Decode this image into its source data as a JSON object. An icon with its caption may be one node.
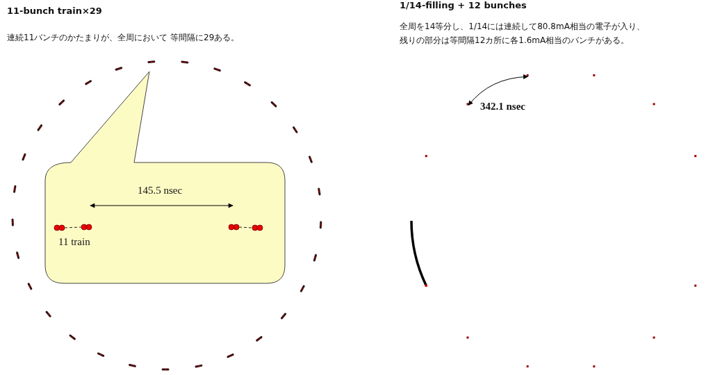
{
  "diagram": {
    "nodes": [
      {
        "text": [
          "145.5 nsec",
          "11 train"
        ]
      }
    ],
    "labels": [
      "11-bunch train×29",
      "連続11バンチのかたまりが、全周において 等間隔に29ある。",
      "1/14-filling + 12 bunches",
      "全周を14等分し、1/14には連続して80.8mA相当の電子が入り、残りの部分は等間隔12カ所に各1.6mA相当のバンチがある。",
      "342.1 nsec"
    ]
  }
}
